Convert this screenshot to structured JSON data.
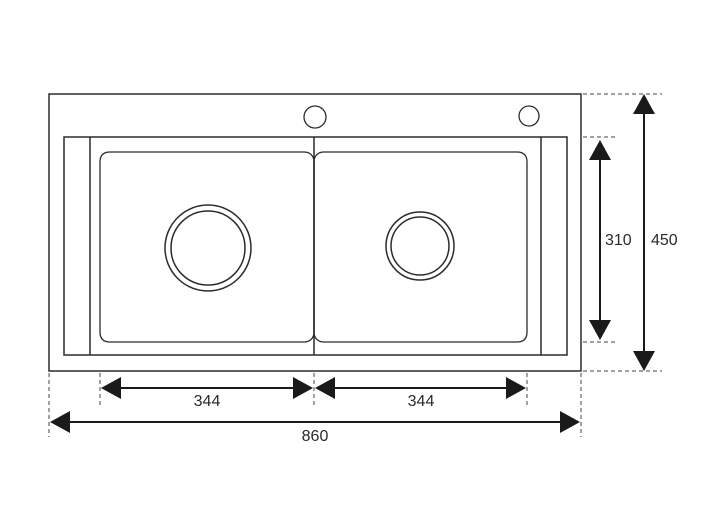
{
  "diagram": {
    "subject": "Double bowl kitchen sink top view",
    "units": "mm",
    "colors": {
      "line": "#2b2b2b",
      "text": "#2a2a2a",
      "background": "#ffffff"
    },
    "dimensions": {
      "overall_width": {
        "label": "860",
        "value": 860
      },
      "overall_depth": {
        "label": "450",
        "value": 450
      },
      "inner_depth": {
        "label": "310",
        "value": 310
      },
      "left_bowl_width": {
        "label": "344",
        "value": 344
      },
      "right_bowl_width": {
        "label": "344",
        "value": 344
      }
    },
    "components": {
      "tap_holes": 2,
      "bowls": 2,
      "drains": 2
    }
  }
}
